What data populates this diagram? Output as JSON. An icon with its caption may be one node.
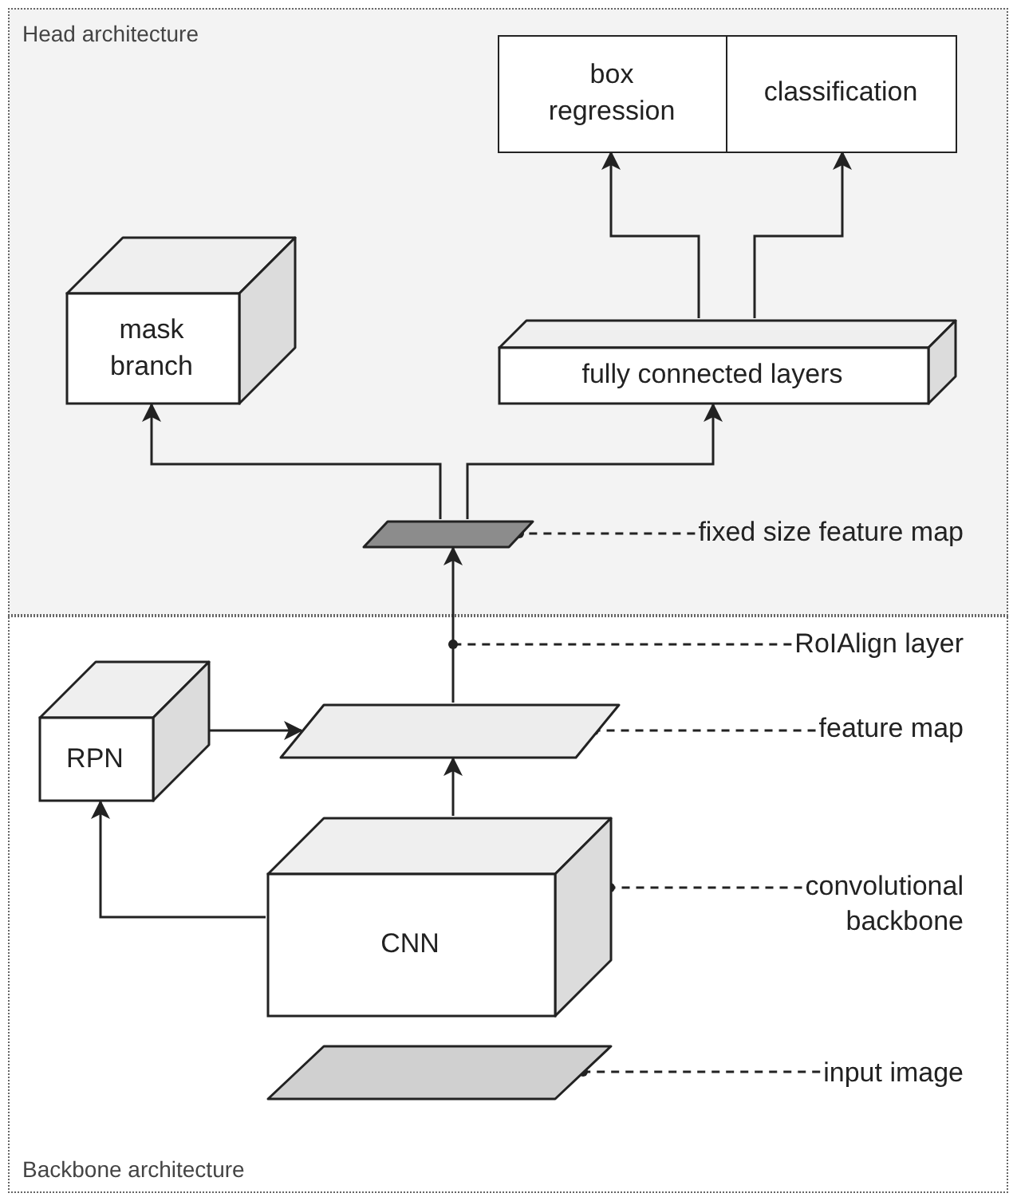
{
  "diagram": {
    "nodes": [
      {
        "text": [
          "Head architecture"
        ]
      },
      {
        "text": [
          "box regression"
        ],
        "in": 0
      },
      {
        "text": [
          "classification"
        ],
        "in": 0
      },
      {
        "text": [
          "mask branch"
        ],
        "in": 0
      },
      {
        "text": [
          "fully connected layers"
        ],
        "in": 0
      },
      {
        "text": [],
        "shape": "parallelogram",
        "in": 0
      },
      {
        "text": [
          "fixed size feature map"
        ],
        "in": 0
      },
      {
        "text": [
          "Backbone architecture"
        ]
      },
      {
        "text": [
          "RoIAlign layer"
        ],
        "in": 7
      },
      {
        "text": [
          "RPN"
        ],
        "in": 7
      },
      {
        "text": [],
        "shape": "parallelogram",
        "in": 7
      },
      {
        "text": [
          "feature map"
        ],
        "in": 7
      },
      {
        "text": [
          "CNN"
        ],
        "in": 7
      },
      {
        "text": [
          "convolutional backbone"
        ],
        "in": 7
      },
      {
        "text": [],
        "shape": "parallelogram",
        "in": 7
      },
      {
        "text": [
          "input image"
        ],
        "in": 7
      }
    ],
    "edges": [
      {
        "from": 4,
        "to": 1,
        "arrow": "to"
      },
      {
        "from": 4,
        "to": 2,
        "arrow": "to"
      },
      {
        "from": 5,
        "to": 3,
        "arrow": "to"
      },
      {
        "from": 5,
        "to": 4,
        "arrow": "to"
      },
      {
        "from": 10,
        "to": 5,
        "arrow": "to"
      },
      {
        "from": 9,
        "to": 10,
        "arrow": "to"
      },
      {
        "from": 12,
        "to": 10,
        "arrow": "to"
      },
      {
        "from": 12,
        "to": 9,
        "arrow": "to"
      },
      {
        "from": 6,
        "to": 5,
        "arrow": "other",
        "style": "dashed"
      },
      {
        "from": 8,
        "to": null,
        "arrow": "other",
        "style": "dashed"
      },
      {
        "from": 11,
        "to": 10,
        "arrow": "other",
        "style": "dashed"
      },
      {
        "from": 13,
        "to": 12,
        "arrow": "other",
        "style": "dashed"
      },
      {
        "from": 15,
        "to": 14,
        "arrow": "other",
        "style": "dashed"
      }
    ]
  }
}
